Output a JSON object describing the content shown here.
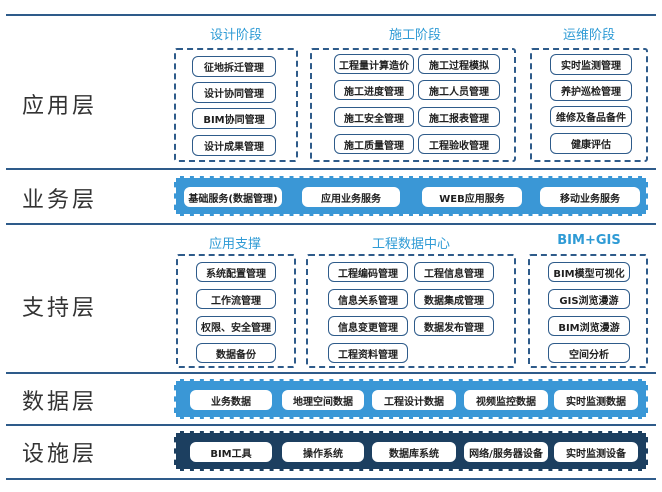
{
  "layers": {
    "application": "应用层",
    "business": "业务层",
    "support": "支持层",
    "data": "数据层",
    "infrastructure": "设施层"
  },
  "application": {
    "design_stage": {
      "title": "设计阶段",
      "items": [
        "征地拆迁管理",
        "设计协同管理",
        "BIM协同管理",
        "设计成果管理"
      ]
    },
    "construction_stage": {
      "title": "施工阶段",
      "items": [
        "工程量计算造价",
        "施工过程模拟",
        "施工进度管理",
        "施工人员管理",
        "施工安全管理",
        "施工报表管理",
        "施工质量管理",
        "工程验收管理"
      ]
    },
    "operation_stage": {
      "title": "运维阶段",
      "items": [
        "实时监测管理",
        "养护巡检管理",
        "维修及备品备件",
        "健康评估"
      ]
    }
  },
  "business": {
    "items": [
      "基础服务(数据管理)",
      "应用业务服务",
      "WEB应用服务",
      "移动业务服务"
    ]
  },
  "support": {
    "app_support": {
      "title": "应用支撑",
      "items": [
        "系统配置管理",
        "工作流管理",
        "权限、安全管理",
        "数据备份"
      ]
    },
    "engineering_data_center": {
      "title": "工程数据中心",
      "items": [
        "工程编码管理",
        "工程信息管理",
        "信息关系管理",
        "数据集成管理",
        "信息变更管理",
        "数据发布管理",
        "工程资料管理"
      ]
    },
    "bim_gis": {
      "title": "BIM+GIS",
      "items": [
        "BIM模型可视化",
        "GIS浏览漫游",
        "BIM浏览漫游",
        "空间分析"
      ]
    }
  },
  "data": {
    "items": [
      "业务数据",
      "地理空间数据",
      "工程设计数据",
      "视频监控数据",
      "实时监测数据"
    ]
  },
  "infrastructure": {
    "items": [
      "BIM工具",
      "操作系统",
      "数据库系统",
      "网络/服务器设备",
      "实时监测设备"
    ]
  },
  "colors": {
    "line": "#2e5b8a",
    "title_blue": "#2f9bd5",
    "band_light": "#3a97d6",
    "band_dark": "#1c3f60"
  }
}
